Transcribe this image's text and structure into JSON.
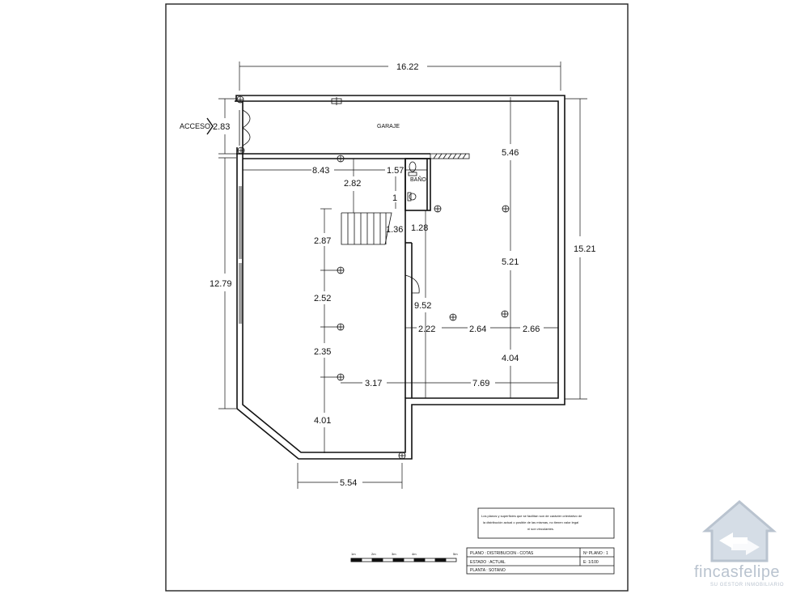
{
  "plan": {
    "room_labels": {
      "garage": "GARAJE",
      "bathroom": "BAÑO",
      "access": "ACCESO"
    },
    "dimensions": {
      "top_width": "16.22",
      "access_width": "2.83",
      "left_height": "12.79",
      "right_height": "15.21",
      "garage_depth": "5.46",
      "mid_right": "5.21",
      "lower_right": "4.04",
      "interior_width": "8.43",
      "bath_width": "1.57",
      "stair_depth": "2.82",
      "bath_small": "1",
      "stair_width": "1.36",
      "bath_door": "1.28",
      "col_a": "2.87",
      "col_b": "2.52",
      "col_c": "2.35",
      "col_d": "4.01",
      "corridor": "9.52",
      "span_a": "2.22",
      "span_b": "2.64",
      "span_c": "2.66",
      "bottom_left": "3.17",
      "bottom_right": "7.69",
      "bottom_width": "5.54"
    },
    "scale_bar": [
      "1m",
      "2m",
      "3m",
      "4m",
      "5m"
    ]
  },
  "disclaimer": {
    "line1": "Los planos y superficies que se facilitan son de carácter orientativo de",
    "line2": "la distribución actual o posible de las mismas, no tienen valor legal",
    "line3": "ni son vinculantes."
  },
  "title_block": {
    "plano": "PLANO   : DISTRIBUCION - COTAS",
    "numero": "Nº PLANO : 1",
    "estado": "ESTADO : ACTUAL",
    "escala": "E: 1/100",
    "planta": "PLANTA : SOTANO"
  },
  "brand": {
    "name": "fincasfelipe",
    "tagline": "SU GESTOR INMOBILIARIO",
    "color": "#b9c3cf"
  }
}
